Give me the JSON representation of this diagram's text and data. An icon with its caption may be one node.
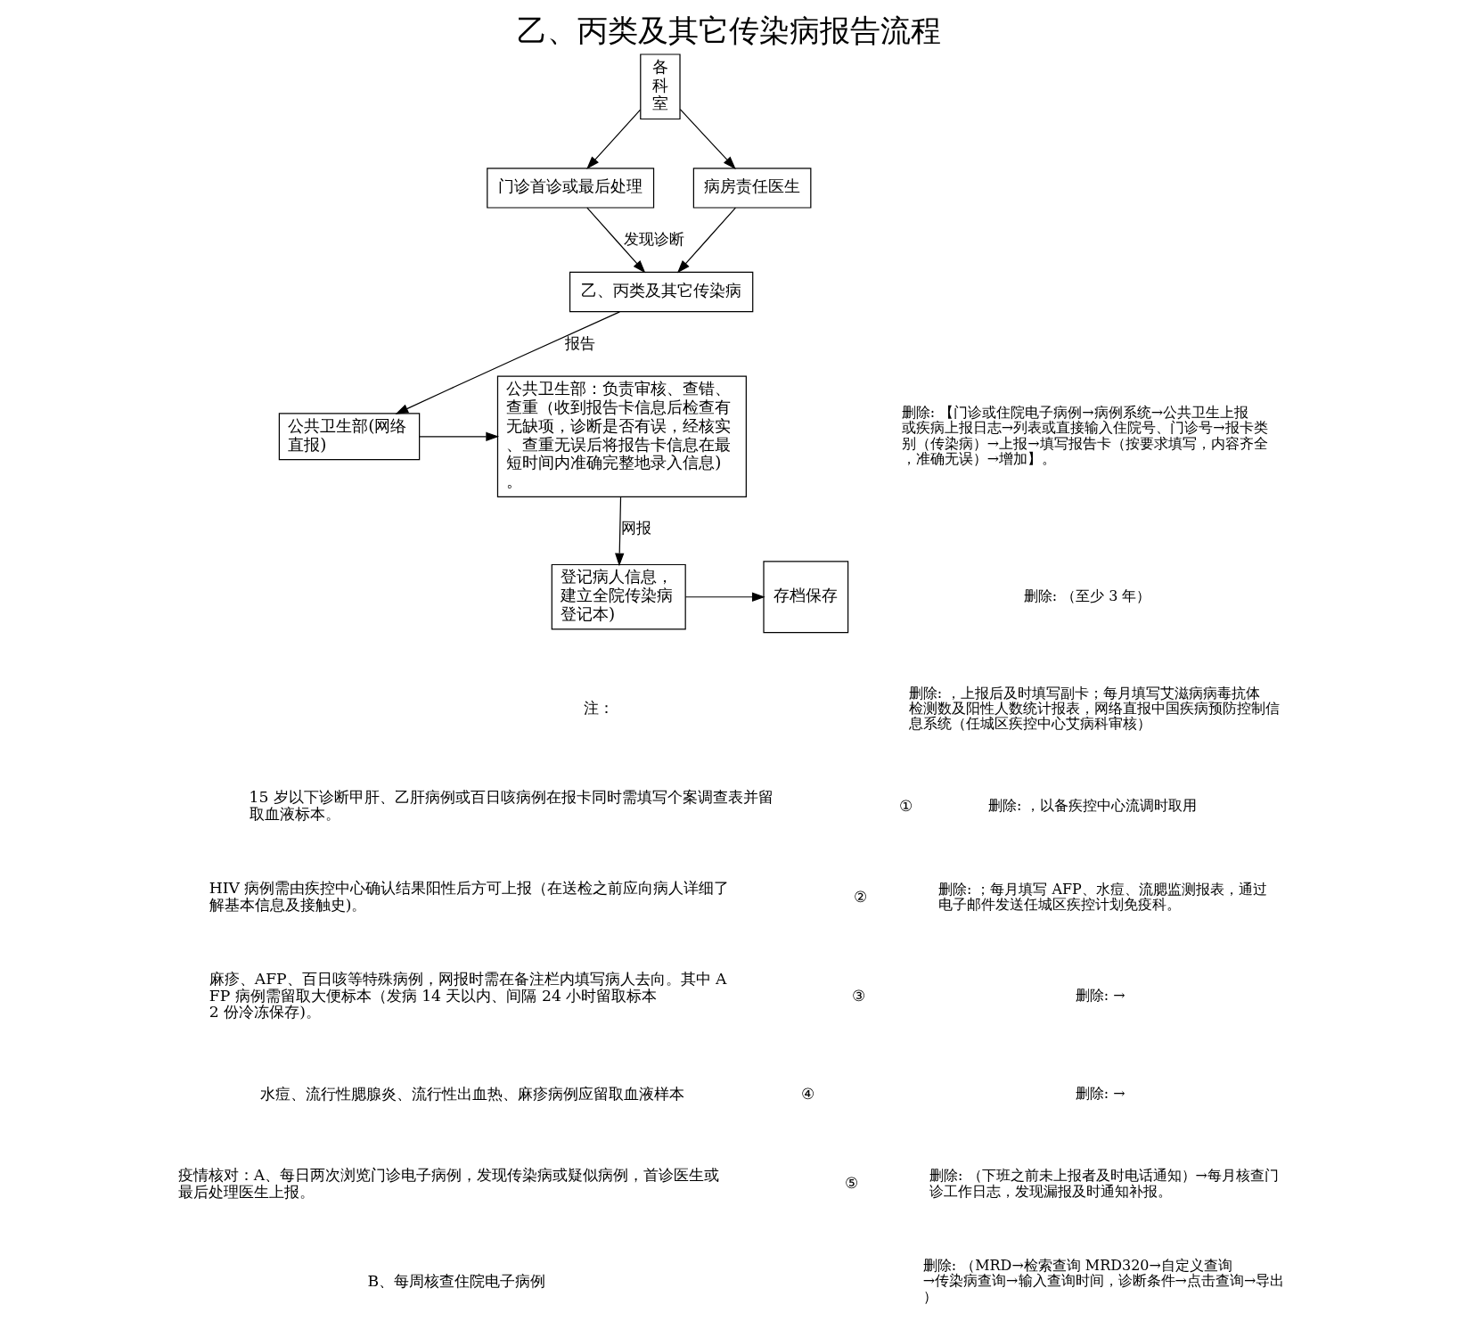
{
  "diagram": {
    "title": "乙、丙类及其它传染病报告流程",
    "nodes": [
      {
        "text": [
          "各科室"
        ]
      },
      {
        "text": [
          "门诊首诊或最后处理"
        ]
      },
      {
        "text": [
          "病房责任医生"
        ]
      },
      {
        "text": [
          "乙、丙类及其它传染病"
        ]
      },
      {
        "text": [
          "公共卫生部(网络直报)"
        ]
      },
      {
        "text": [
          "公共卫生部：负责审核、查错、查重（收到报告卡信息后检查有无缺项，诊断是否有误，经核实、查重无误后将报告卡信息在最短时间内准确完整地录入信息)。"
        ]
      },
      {
        "text": [
          "登记病人信息，建立全院传染病登记本)"
        ]
      },
      {
        "text": [
          "存档保存"
        ]
      }
    ],
    "edges": [
      {
        "from": 0,
        "to": 1,
        "arrow": "to"
      },
      {
        "from": 0,
        "to": 2,
        "arrow": "to"
      },
      {
        "from": 1,
        "to": 3,
        "arrow": "to",
        "label": "发现诊断"
      },
      {
        "from": 2,
        "to": 3,
        "arrow": "to"
      },
      {
        "from": 3,
        "to": 4,
        "arrow": "to",
        "label": "报告"
      },
      {
        "from": 4,
        "to": 5,
        "arrow": "to"
      },
      {
        "from": 5,
        "to": 6,
        "arrow": "to",
        "label": "网报"
      },
      {
        "from": 6,
        "to": 7,
        "arrow": "to"
      }
    ],
    "labels": [
      "注：",
      "①",
      "15 岁以下诊断甲肝、乙肝病例或百日咳病例在报卡同时需填写个案调查表并留取血液标本。",
      "②",
      "HIV 病例需由疾控中心确认结果阳性后方可上报（在送检之前应向病人详细了解基本信息及接触史)。",
      "③",
      "麻疹、AFP、百日咳等特殊病例，网报时需在备注栏内填写病人去向。其中 AFP 病例需留取大便标本（发病 14 天以内、间隔 24 小时留取标本 2 份冷冻保存)。",
      "④",
      "水痘、流行性腮腺炎、流行性出血热、麻疹病例应留取血液样本",
      "⑤",
      "疫情核对：A、每日两次浏览门诊电子病例，发现传染病或疑似病例，首诊医生或最后处理医生上报。",
      "B、每周核查住院电子病例",
      "删除: 【门诊或住院电子病例→病例系统→公共卫生上报或疾病上报日志→列表或直接输入住院号、门诊号→报卡类别（传染病）→上报→填写报告卡（按要求填写，内容齐全，准确无误）→增加】。",
      "删除: （至少 3 年）",
      "删除: ，上报后及时填写副卡；每月填写艾滋病病毒抗体检测数及阳性人数统计报表，网络直报中国疾病预防控制信息系统（任城区疾控中心艾病科审核）",
      "删除: ，以备疾控中心流调时取用",
      "删除: ；每月填写 AFP、水痘、流腮监测报表，通过电子邮件发送任城区疾控计划免疫科。",
      "删除: →",
      "删除: →",
      "删除: （下班之前未上报者及时电话通知）→每月核查门诊工作日志，发现漏报及时通知补报。",
      "删除: （MRD→检索查询 MRD320→自定义查询→传染病查询→输入查询时间，诊断条件→点击查询→导出）"
    ]
  }
}
